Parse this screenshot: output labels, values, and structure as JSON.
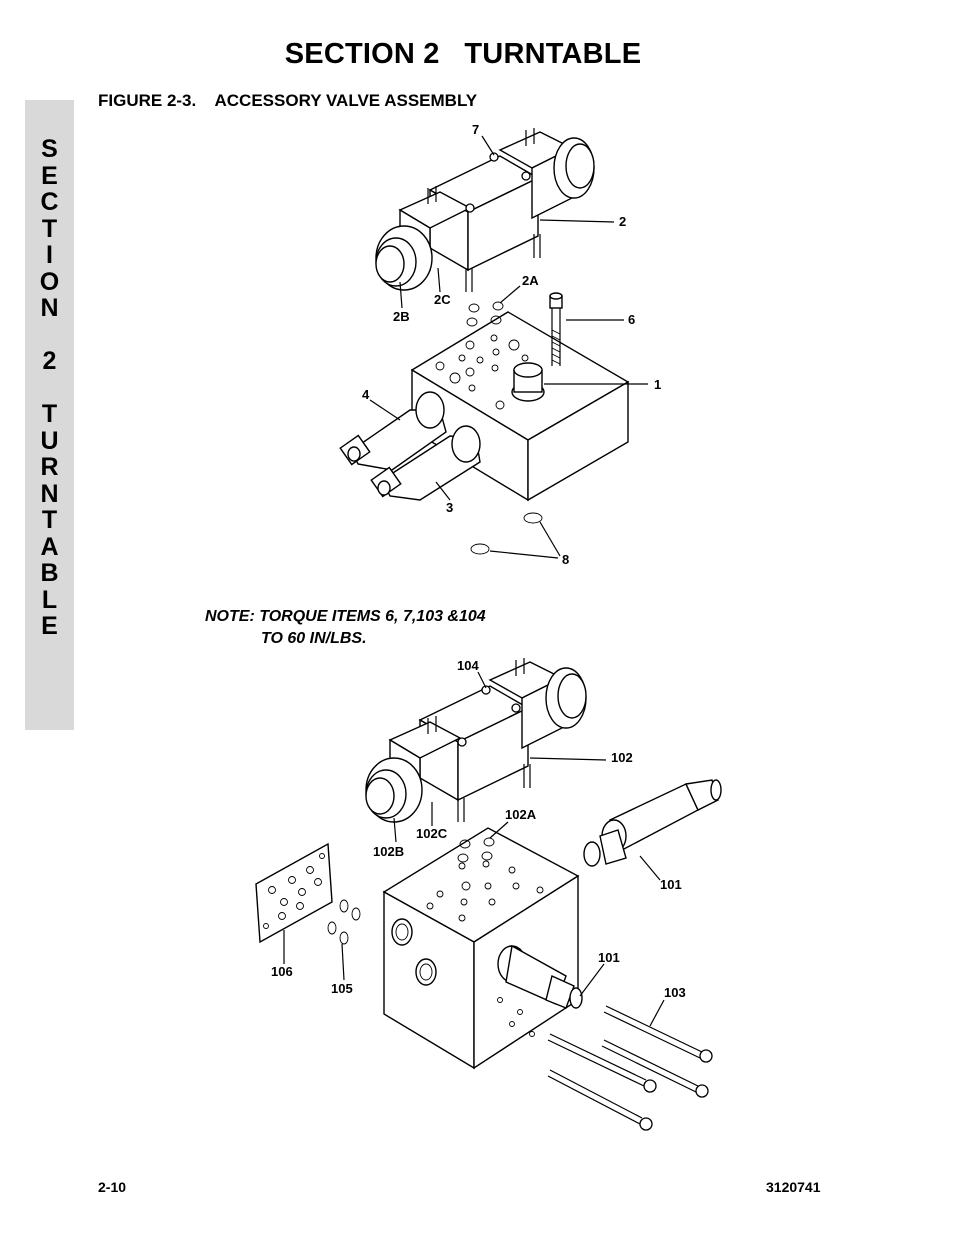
{
  "header": {
    "section_title": "SECTION 2   TURNTABLE",
    "figure_title": "FIGURE 2-3.    ACCESSORY VALVE ASSEMBLY"
  },
  "side_tab": {
    "letters": [
      "S",
      "E",
      "C",
      "T",
      "I",
      "O",
      "N",
      "",
      "2",
      "",
      "T",
      "U",
      "R",
      "N",
      "T",
      "A",
      "B",
      "L",
      "E"
    ]
  },
  "note": {
    "line1": "NOTE: TORQUE ITEMS 6, 7,103 &104",
    "line2": "TO 60 IN/LBS."
  },
  "figure_top": {
    "callouts": {
      "c7": "7",
      "c2": "2",
      "c2A": "2A",
      "c2C": "2C",
      "c2B": "2B",
      "c6": "6",
      "c1": "1",
      "c4": "4",
      "c3": "3",
      "c8": "8"
    }
  },
  "figure_bottom": {
    "callouts": {
      "c104": "104",
      "c102": "102",
      "c102A": "102A",
      "c102C": "102C",
      "c102B": "102B",
      "c101a": "101",
      "c101b": "101",
      "c106": "106",
      "c105": "105",
      "c103": "103"
    }
  },
  "footer": {
    "page_number": "2-10",
    "doc_number": "3120741"
  }
}
